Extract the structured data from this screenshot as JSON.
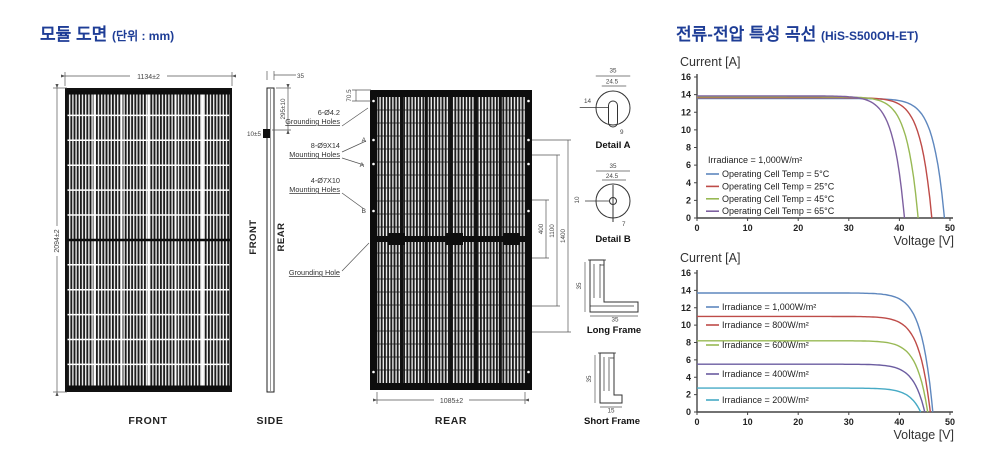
{
  "left": {
    "title": "모듈 도면",
    "title_unit": "(단위 : mm)",
    "views": {
      "front_label": "FRONT",
      "side_label": "SIDE",
      "rear_label": "REAR"
    },
    "side_rotated": {
      "front": "FRONT",
      "rear": "REAR"
    },
    "dims": {
      "front_width": "1134±2",
      "front_height": "2094±2",
      "side_thickness": "35",
      "side_cable": "295±10",
      "side_jbox": "10±5",
      "rear_top": "70.5",
      "rear_width": "1085±2",
      "rear_v1": "400",
      "rear_v2": "1100",
      "rear_v3": "1400"
    },
    "annotations": {
      "grounding6_line1": "6-Ø4.2",
      "grounding6_line2": "Grounding Holes",
      "mounting8_line1": "8-Ø9X14",
      "mounting8_line2": "Mounting Holes",
      "mounting4_line1": "4-Ø7X10",
      "mounting4_line2": "Mounting Holes",
      "grounding_single": "Grounding Hole",
      "marker_a": "A",
      "marker_b": "B"
    },
    "details": {
      "a": {
        "title": "Detail A",
        "d1": "35",
        "d2": "24.5",
        "d3": "14",
        "d4": "9"
      },
      "b": {
        "title": "Detail B",
        "d1": "35",
        "d2": "24.5",
        "d3": "10",
        "d4": "7"
      },
      "long": {
        "title": "Long Frame",
        "h": "35",
        "w": "35"
      },
      "short": {
        "title": "Short Frame",
        "h": "35",
        "w": "15"
      }
    }
  },
  "right": {
    "title": "전류-전압 특성 곡선",
    "title_model": "(HiS-S500OH-ET)"
  },
  "colors": {
    "accent": "#1e3d96"
  },
  "chart_data": [
    {
      "type": "line",
      "title": "I-V curves vs operating cell temperature",
      "ylabel": "Current [A]",
      "xlabel": "Voltage [V]",
      "xlim": [
        0,
        50
      ],
      "ylim": [
        0,
        16
      ],
      "x_ticks": [
        0,
        10,
        20,
        30,
        40,
        50
      ],
      "y_ticks": [
        0,
        2,
        4,
        6,
        8,
        10,
        12,
        14,
        16
      ],
      "grid": false,
      "legend_position": "inside-left",
      "legend_title": "Irradiance = 1,000W/m²",
      "series": [
        {
          "name": "Operating Cell Temp = 5°C",
          "color": "#5E87BE",
          "isc": 13.55,
          "voc": 48.9
        },
        {
          "name": "Operating Cell Temp = 25°C",
          "color": "#BE4B48",
          "isc": 13.65,
          "voc": 46.4
        },
        {
          "name": "Operating Cell Temp = 45°C",
          "color": "#98B954",
          "isc": 13.75,
          "voc": 43.7
        },
        {
          "name": "Operating Cell Temp = 65°C",
          "color": "#7D60A0",
          "isc": 13.85,
          "voc": 41.0
        }
      ]
    },
    {
      "type": "line",
      "title": "I-V curves vs irradiance",
      "ylabel": "Current [A]",
      "xlabel": "Voltage [V]",
      "xlim": [
        0,
        50
      ],
      "ylim": [
        0,
        16
      ],
      "x_ticks": [
        0,
        10,
        20,
        30,
        40,
        50
      ],
      "y_ticks": [
        0,
        2,
        4,
        6,
        8,
        10,
        12,
        14,
        16
      ],
      "grid": false,
      "legend_position": "inside-left",
      "legend_title": "",
      "series": [
        {
          "name": "Irradiance = 1,000W/m²",
          "color": "#5E87BE",
          "isc": 13.7,
          "voc": 46.6
        },
        {
          "name": "Irradiance = 800W/m²",
          "color": "#BE4B48",
          "isc": 11.0,
          "voc": 46.1
        },
        {
          "name": "Irradiance = 600W/m²",
          "color": "#98B954",
          "isc": 8.2,
          "voc": 45.6
        },
        {
          "name": "Irradiance = 400W/m²",
          "color": "#6B5CA0",
          "isc": 5.5,
          "voc": 45.0
        },
        {
          "name": "Irradiance = 200W/m²",
          "color": "#46AAC5",
          "isc": 2.75,
          "voc": 44.2
        }
      ]
    }
  ]
}
